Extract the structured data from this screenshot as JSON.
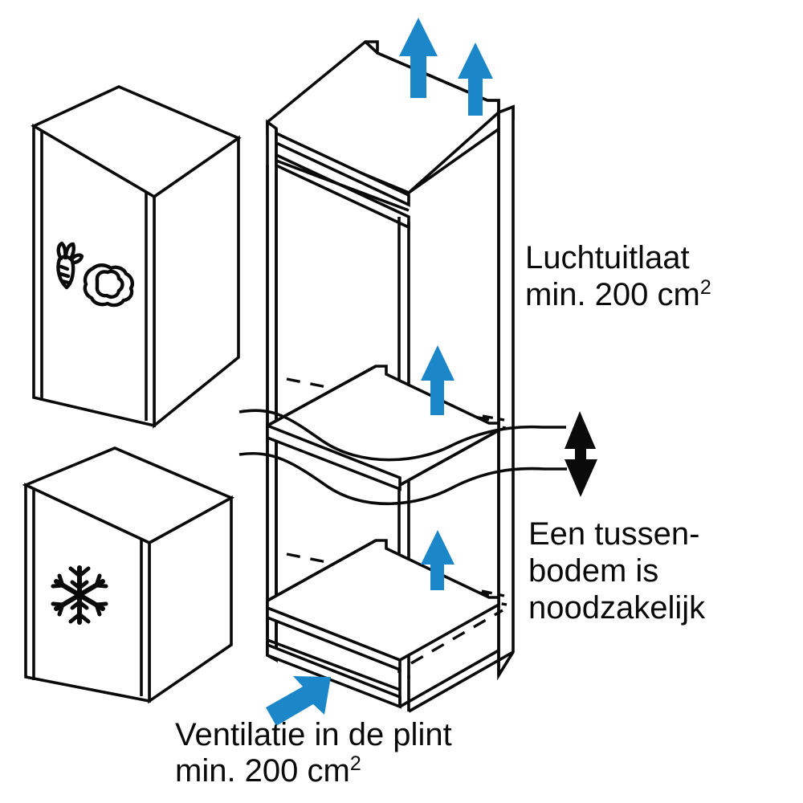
{
  "diagram": {
    "type": "appliance-installation-ventilation-diagram",
    "language": "nl",
    "background_color": "#ffffff",
    "line_color": "#0a0a0a",
    "accent_color": "#1b87c9"
  },
  "appliances": [
    {
      "id": "fridge",
      "icon": "vegetable-icon",
      "icon_parts": [
        "carrot",
        "lettuce"
      ],
      "description": "refrigerator unit"
    },
    {
      "id": "freezer",
      "icon": "snowflake-icon",
      "icon_parts": [
        "snowflake"
      ],
      "description": "freezer unit"
    }
  ],
  "labels": {
    "air_outlet": {
      "line1": "Luchtuitlaat",
      "line2_prefix": "min. 200 cm",
      "line2_sup": "2"
    },
    "intermediate_shelf": {
      "line1": "Een tussen-",
      "line2": "bodem is",
      "line3": "noodzakelijk"
    },
    "plinth_ventilation": {
      "line1": "Ventilatie in de plint",
      "line2_prefix": "min. 200 cm",
      "line2_sup": "2"
    }
  },
  "arrows": {
    "top_outlet_left": {
      "color": "#1b87c9",
      "direction": "up"
    },
    "top_outlet_right": {
      "color": "#1b87c9",
      "direction": "up"
    },
    "upper_cavity_flow": {
      "color": "#1b87c9",
      "direction": "up"
    },
    "lower_cavity_flow": {
      "color": "#1b87c9",
      "direction": "up"
    },
    "plinth_intake": {
      "color": "#1b87c9",
      "direction": "up-right"
    },
    "shelf_gap_indicator": {
      "color": "#0a0a0a",
      "direction": "up-down"
    }
  }
}
